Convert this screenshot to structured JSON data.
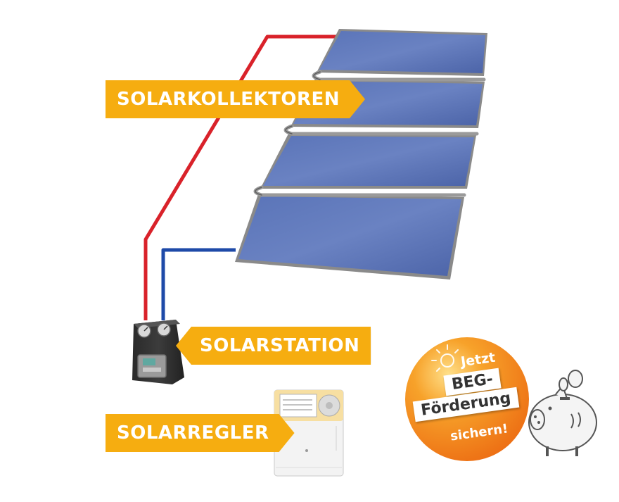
{
  "labels": {
    "collectors": "SOLARKOLLEKTOREN",
    "station": "SOLARSTATION",
    "regulator": "SOLARREGLER"
  },
  "badge": {
    "line1": "Jetzt",
    "line2": "BEG-",
    "line3": "Förderung",
    "line4": "sichern!"
  },
  "colors": {
    "label_bg": "#f6ad10",
    "badge_orange": "#f07d1a",
    "panel_blue": "#4f68ad",
    "pipe_hot": "#d9222a",
    "pipe_cold": "#1e4aa8"
  }
}
